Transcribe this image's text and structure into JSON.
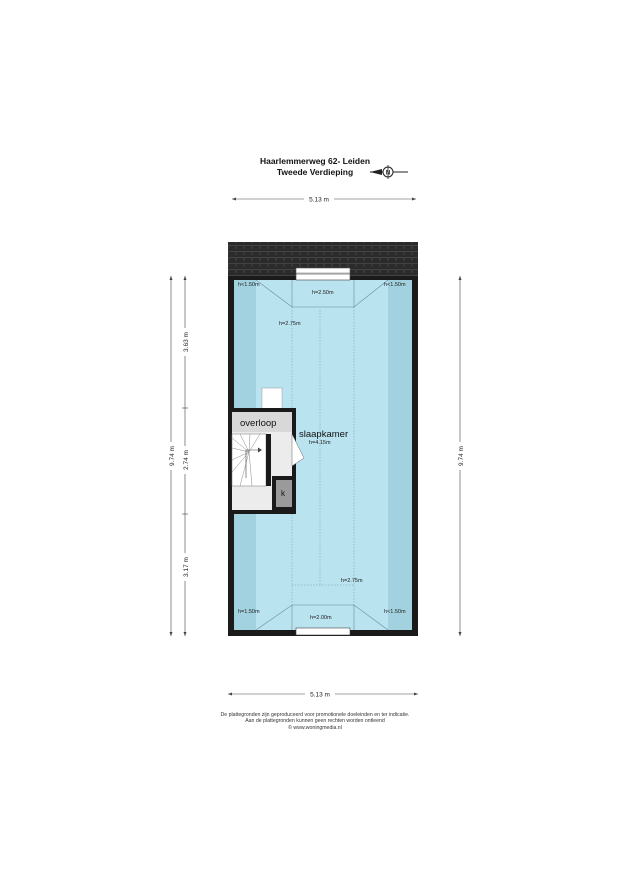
{
  "header": {
    "address": "Haarlemmerweg 62- Leiden",
    "floor": "Tweede Verdieping",
    "compass_letter": "N"
  },
  "dimensions": {
    "width_top": "5.13 m",
    "width_bottom": "5.13 m",
    "height_left_total": "9.74 m",
    "height_right_total": "9.74 m",
    "segment_top": "3.63 m",
    "segment_middle": "2.74 m",
    "segment_bottom": "3.17 m"
  },
  "rooms": {
    "bedroom": "slaapkamer",
    "landing": "overloop",
    "closet": "k"
  },
  "heights": {
    "top_left": "h<1.50m",
    "top_right": "h<1.50m",
    "top_center": "h=2.50m",
    "upper_ridge": "h=2.75m",
    "center": "h=4.15m",
    "lower_ridge": "h=2.75m",
    "bottom_left": "h=1.50m",
    "bottom_right": "h<1.50m",
    "bottom_center": "h=2.00m"
  },
  "disclaimer": {
    "line1": "De plattegronden zijn geproduceerd voor promotionele doeleinden en ter indicatie.",
    "line2": "Aan de plattegronden kunnen geen rechten worden ontleend",
    "line3": "© www.woningmedia.nl"
  },
  "colors": {
    "floor": "#b9e3ef",
    "low_zone": "#a2d2df",
    "wall": "#1a1a1a",
    "stair_area": "#ececec",
    "closet": "#9a9a9a",
    "roof": "#2b2b2b"
  }
}
